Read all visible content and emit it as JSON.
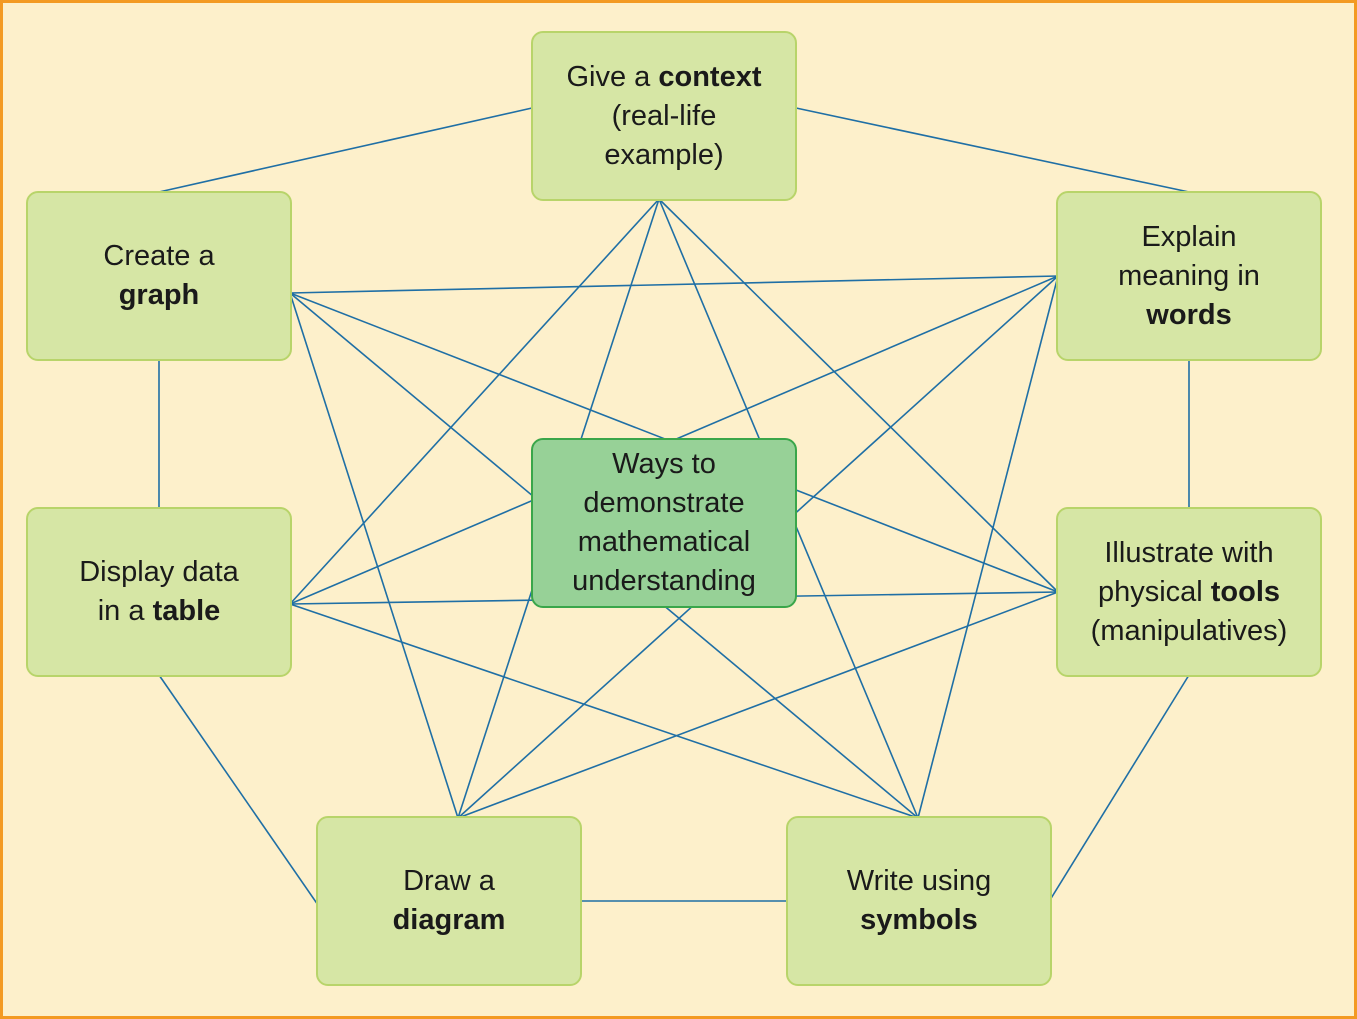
{
  "diagram": {
    "center": {
      "lines": [
        "Ways to",
        "demonstrate",
        "mathematical",
        "understanding"
      ]
    },
    "nodes": [
      {
        "id": "context",
        "text": [
          [
            "Give a ",
            "context"
          ],
          [
            "(real-life"
          ],
          [
            "example)"
          ]
        ]
      },
      {
        "id": "graph",
        "text": [
          [
            "Create a"
          ],
          [
            "",
            "graph"
          ]
        ]
      },
      {
        "id": "words",
        "text": [
          [
            "Explain"
          ],
          [
            "meaning in"
          ],
          [
            "",
            "words"
          ]
        ]
      },
      {
        "id": "table",
        "text": [
          [
            "Display data"
          ],
          [
            "in a ",
            "table"
          ]
        ]
      },
      {
        "id": "tools",
        "text": [
          [
            "Illustrate with"
          ],
          [
            "physical ",
            "tools"
          ],
          [
            "(manipulatives)"
          ]
        ]
      },
      {
        "id": "diagram",
        "text": [
          [
            "Draw a"
          ],
          [
            "",
            "diagram"
          ]
        ]
      },
      {
        "id": "symbols",
        "text": [
          [
            "Write using"
          ],
          [
            "",
            "symbols"
          ]
        ]
      }
    ],
    "connections": [
      [
        "context",
        "graph"
      ],
      [
        "context",
        "words"
      ],
      [
        "graph",
        "table"
      ],
      [
        "words",
        "tools"
      ],
      [
        "table",
        "diagram"
      ],
      [
        "tools",
        "symbols"
      ],
      [
        "diagram",
        "symbols"
      ],
      [
        "context",
        "table"
      ],
      [
        "context",
        "tools"
      ],
      [
        "context",
        "diagram"
      ],
      [
        "context",
        "symbols"
      ],
      [
        "graph",
        "words"
      ],
      [
        "graph",
        "tools"
      ],
      [
        "graph",
        "diagram"
      ],
      [
        "graph",
        "symbols"
      ],
      [
        "words",
        "table"
      ],
      [
        "words",
        "diagram"
      ],
      [
        "words",
        "symbols"
      ],
      [
        "table",
        "tools"
      ],
      [
        "table",
        "symbols"
      ],
      [
        "tools",
        "diagram"
      ]
    ],
    "colors": {
      "frame_border": "#f39a23",
      "background": "#fdf0cb",
      "node_fill": "#d6e6a5",
      "node_border": "#b8d46a",
      "center_fill": "#97d197",
      "center_border": "#3aa64a",
      "connector": "#1f6fa5"
    }
  }
}
